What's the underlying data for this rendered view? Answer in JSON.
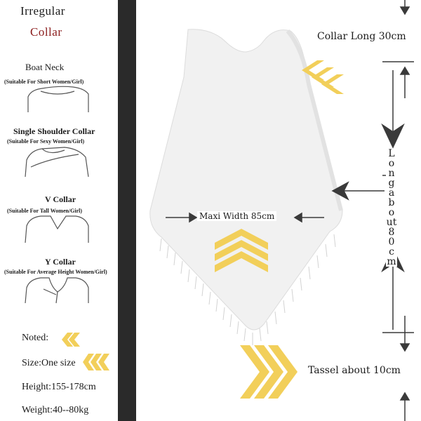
{
  "panel": {
    "title_line1": "Irregular",
    "title_line2": "Collar",
    "collars": [
      {
        "name": "Boat Neck",
        "note": "(Suitable For Short Women/Girl)",
        "icon": "boat-neck-icon"
      },
      {
        "name": "Single Shoulder Collar",
        "note": "(Suitable For Sexy Women/Girl)",
        "icon": "single-shoulder-icon"
      },
      {
        "name": "V Collar",
        "note": "(Suitable For Tall Women/Girl)",
        "icon": "v-collar-icon"
      },
      {
        "name": "Y Collar",
        "note": "(Suitable For Average Height Women/Girl)",
        "icon": "y-collar-icon"
      }
    ],
    "noted_label": "Noted:",
    "size_label": "Size:One size",
    "height_label": "Height:155-178cm",
    "weight_label": "Weight:40--80kg"
  },
  "measurements": {
    "collar": "Collar Long 30cm",
    "length": "Long about 80cm",
    "width": "Maxi Width 85cm",
    "tassel": "Tassel about 10cm"
  },
  "colors": {
    "chevron": "#f2cf5a",
    "band": "#2a2a2a",
    "garment": "#f1f1f1",
    "title_accent": "#8a1c1c"
  }
}
